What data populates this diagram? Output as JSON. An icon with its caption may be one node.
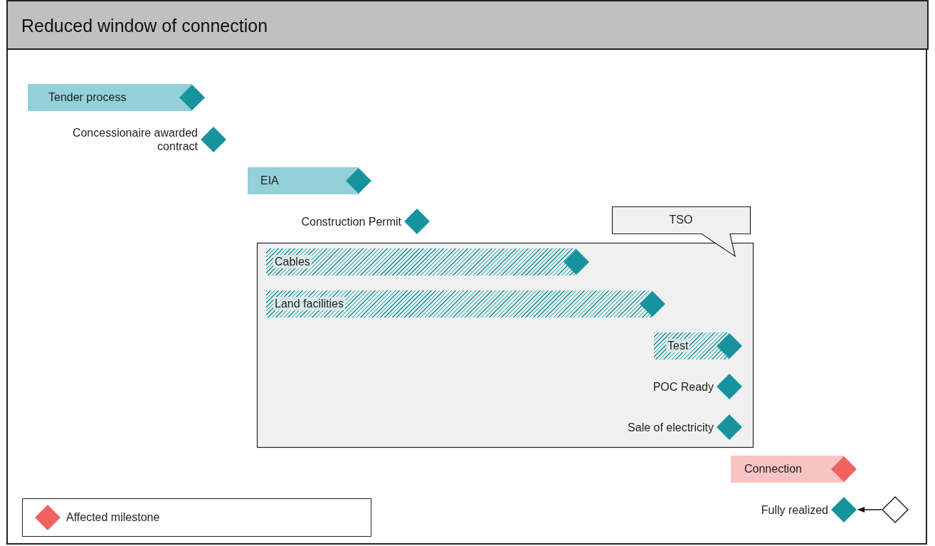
{
  "diagram": {
    "title": "Reduced window of connection",
    "nodes": [
      {
        "text": [
          "Tender process"
        ]
      },
      {
        "text": [
          "Concessionaire awarded contract"
        ]
      },
      {
        "text": [
          "EIA"
        ]
      },
      {
        "text": [
          "Construction Permit"
        ]
      },
      {
        "text": [
          "TSO"
        ]
      },
      {
        "text": [
          "Cables"
        ],
        "in": 4
      },
      {
        "text": [
          "Land facilities"
        ],
        "in": 4
      },
      {
        "text": [
          "Test"
        ],
        "in": 4
      },
      {
        "text": [
          "POC Ready"
        ],
        "in": 4
      },
      {
        "text": [
          "Sale of electricity"
        ],
        "in": 4
      },
      {
        "text": [
          "Connection"
        ]
      },
      {
        "text": [
          "Fully realized"
        ]
      },
      {
        "text": [],
        "shape": "diamond"
      }
    ],
    "edges": [
      {
        "from": 12,
        "to": 11,
        "arrow": "to"
      }
    ],
    "legend": [
      {
        "text": "Affected milestone",
        "color": "#f06262"
      }
    ]
  }
}
